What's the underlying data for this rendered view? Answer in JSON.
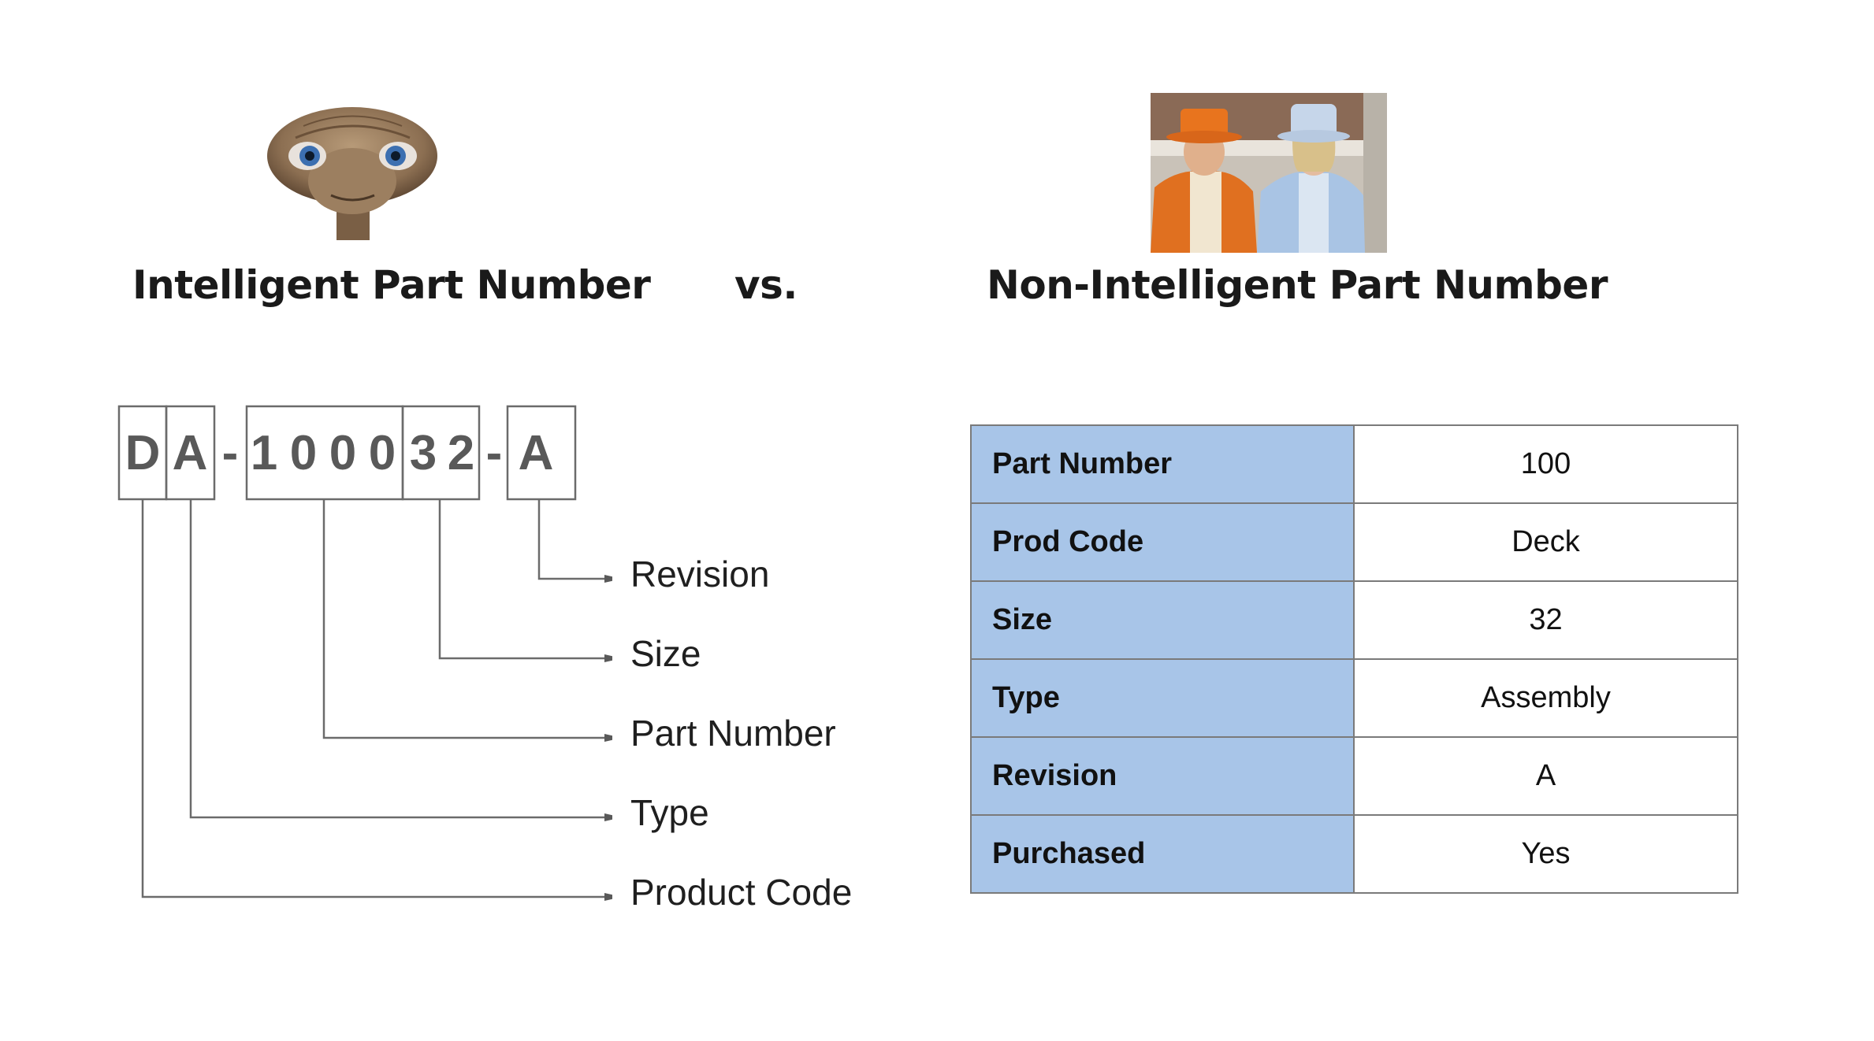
{
  "left_heading": "Intelligent Part Number",
  "vs_text": "vs.",
  "right_heading": "Non-Intelligent Part Number",
  "part_number_chars": [
    "D",
    "A",
    "-",
    "1",
    "0",
    "0",
    "0",
    "3",
    "2",
    "-",
    "A"
  ],
  "callouts": [
    "Revision",
    "Size",
    "Part Number",
    "Type",
    "Product Code"
  ],
  "attributes": [
    {
      "key": "Part Number",
      "value": "100"
    },
    {
      "key": "Prod Code",
      "value": "Deck"
    },
    {
      "key": "Size",
      "value": "32"
    },
    {
      "key": "Type",
      "value": "Assembly"
    },
    {
      "key": "Revision",
      "value": "A"
    },
    {
      "key": "Purchased",
      "value": "Yes"
    }
  ],
  "colors": {
    "table_key_bg": "#a8c5e8",
    "line": "#6b6b6b"
  },
  "images": {
    "left": "alien-face-photo",
    "right": "two-men-in-tuxedos-photo"
  }
}
